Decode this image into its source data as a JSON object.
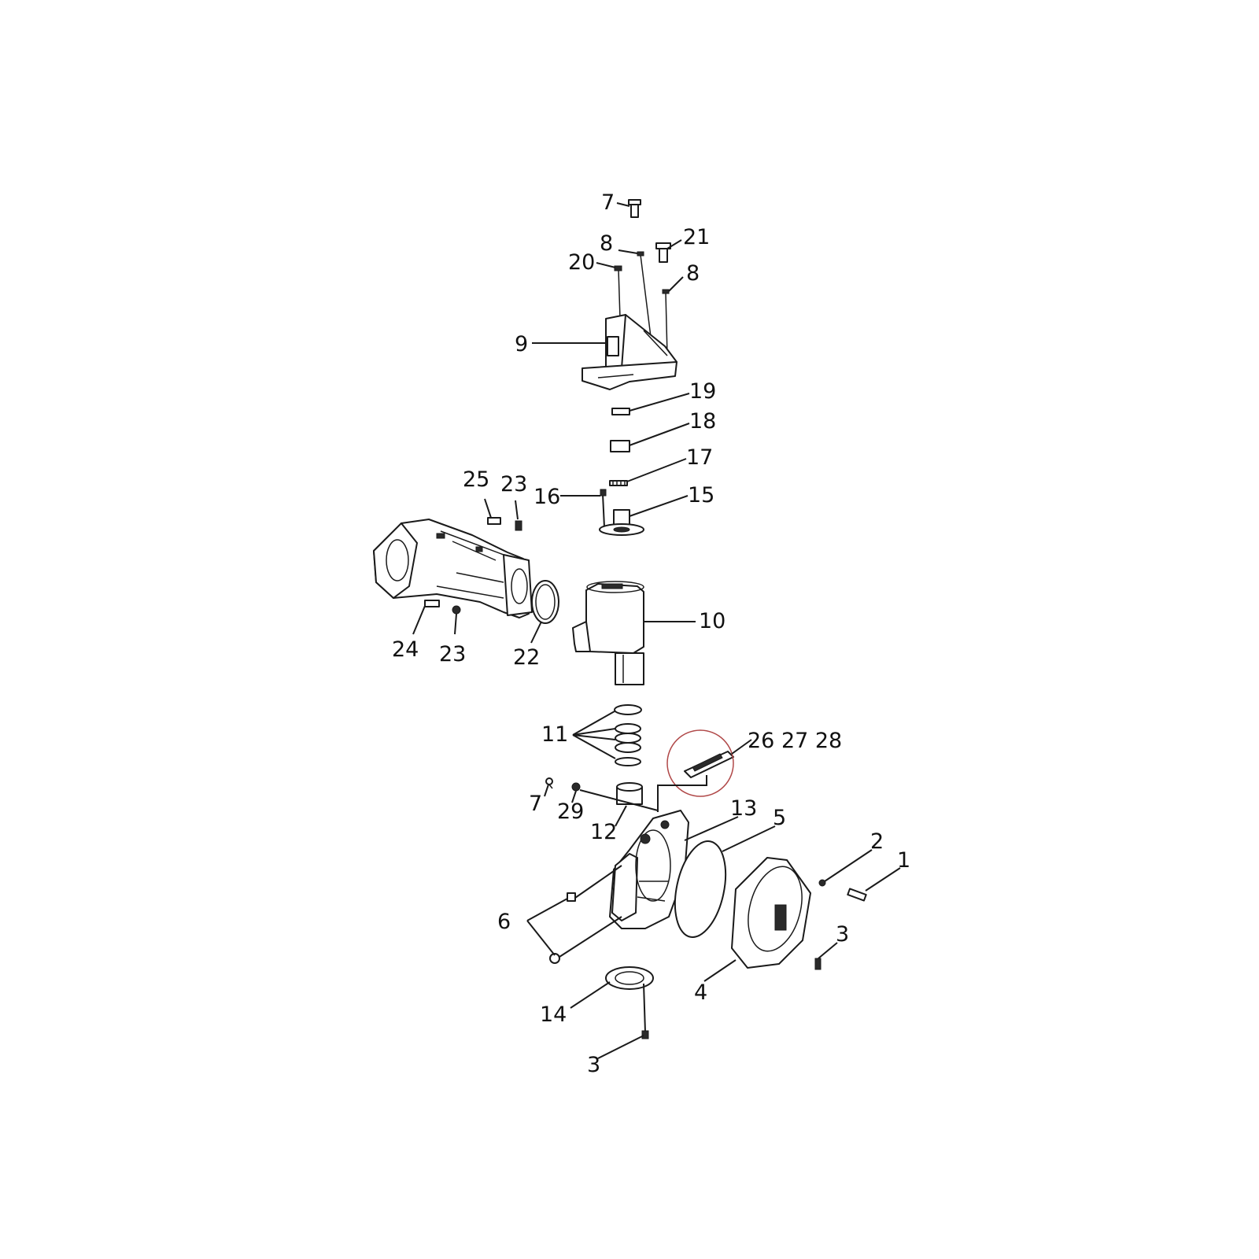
{
  "diagram": {
    "callouts": {
      "c7a": "7",
      "c8a": "8",
      "c21": "21",
      "c20": "20",
      "c8b": "8",
      "c9": "9",
      "c19": "19",
      "c18": "18",
      "c17": "17",
      "c16": "16",
      "c15": "15",
      "c25": "25",
      "c23a": "23",
      "c10": "10",
      "c24": "24",
      "c23b": "23",
      "c22": "22",
      "c11": "11",
      "c26_27_28": "26 27 28",
      "c7b": "7",
      "c29": "29",
      "c12": "12",
      "c13": "13",
      "c5": "5",
      "c2": "2",
      "c1": "1",
      "c6": "6",
      "c3a": "3",
      "c4": "4",
      "c14": "14",
      "c3b": "3"
    },
    "colors": {
      "line": "#1a1a1a",
      "highlight_circle": "#b04848",
      "background": "#ffffff"
    }
  }
}
